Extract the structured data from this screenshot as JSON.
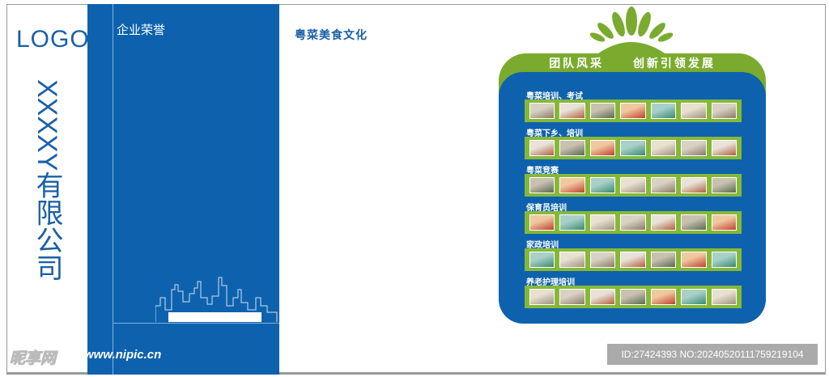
{
  "left": {
    "logo": "LOGO",
    "company": "XXXXY有限公司"
  },
  "honor_title": "企业荣誉",
  "culture_title": "粤菜美食文化",
  "board": {
    "slogan_left": "团队风采",
    "slogan_right": "创新引领发展",
    "rows": [
      {
        "label": "粤菜培训、考试"
      },
      {
        "label": "粤菜下乡、培训"
      },
      {
        "label": "粤菜竞赛"
      },
      {
        "label": "保育员培训"
      },
      {
        "label": "家政培训"
      },
      {
        "label": "养老护理培训"
      }
    ]
  },
  "watermark": {
    "site": "昵享网",
    "url": "www.nipic.cn",
    "id": "ID:27424393 NO:20240520111759219104"
  },
  "colors": {
    "blue": "#0e62ad",
    "green": "#7aab2e"
  }
}
